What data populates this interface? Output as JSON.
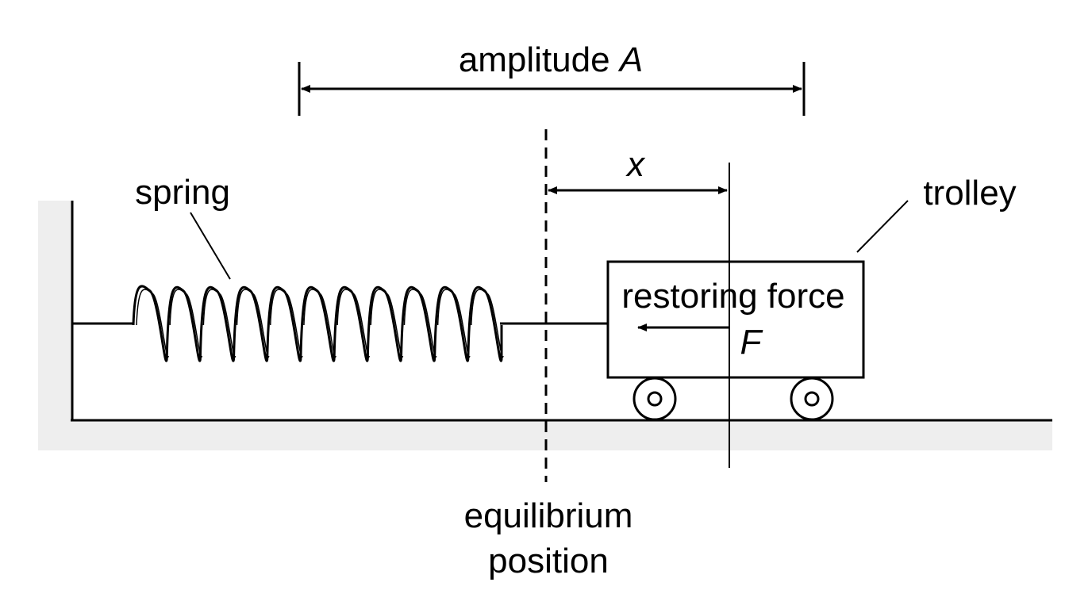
{
  "labels": {
    "amplitude": "amplitude ",
    "amplitude_symbol": "A",
    "displacement_symbol": "x",
    "spring": "spring",
    "trolley": "trolley",
    "restoring_force": "restoring force",
    "force_symbol": "F",
    "equilibrium_line1": "equilibrium",
    "equilibrium_line2": "position"
  },
  "colors": {
    "ink": "#000000",
    "wall_shading": "#eeeeee",
    "background": "#ffffff"
  }
}
